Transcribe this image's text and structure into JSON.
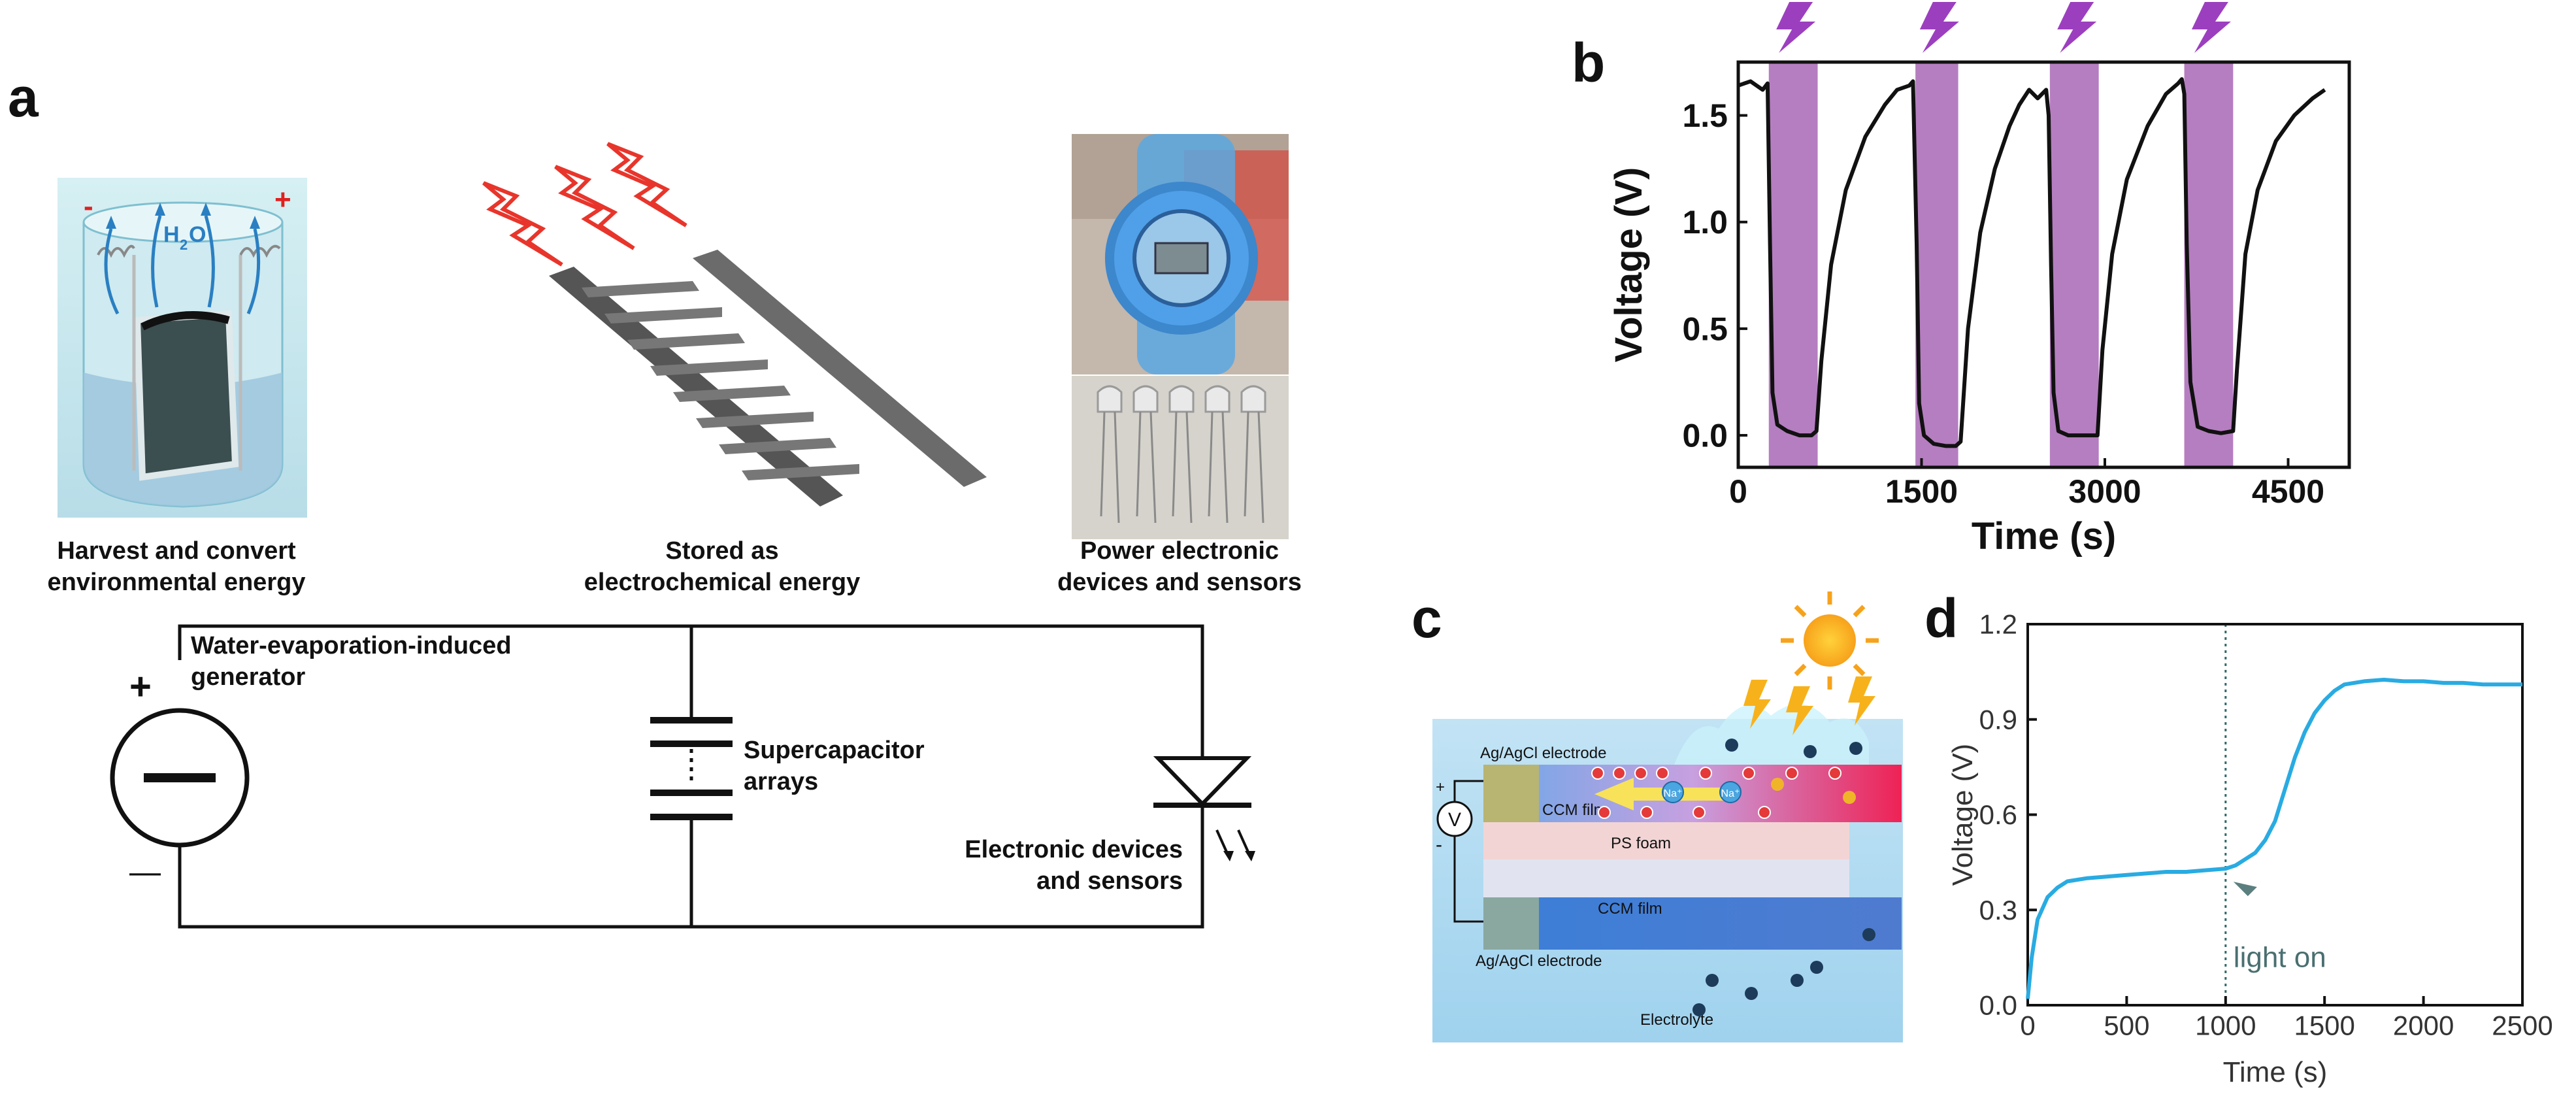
{
  "panel_a": {
    "letter": "a",
    "minus": "-",
    "plus": "+",
    "water_label": "H",
    "water_sub": "2",
    "water_o": "O",
    "harvest_line1": "Harvest and convert",
    "harvest_line2": "environmental energy",
    "stored_line1": "Stored as",
    "stored_line2": "electrochemical energy",
    "power_line1": "Power electronic",
    "power_line2": "devices and sensors",
    "generator_line1": "Water-evaporation-induced",
    "generator_line2": "generator",
    "gen_plus": "+",
    "gen_minus": "—",
    "supercap_line1": "Supercapacitor",
    "supercap_line2": "arrays",
    "device_line1": "Electronic devices",
    "device_line2": "and sensors"
  },
  "panel_c": {
    "letter": "c",
    "ag_top": "Ag/AgCl electrode",
    "ccm_top": "CCM film",
    "ps_foam": "PS foam",
    "ccm_bottom": "CCM film",
    "ag_bottom": "Ag/AgCl electrode",
    "electrolyte": "Electrolyte",
    "meter": "V",
    "meter_plus": "+",
    "meter_minus": "-",
    "ion_label": "Na⁺"
  },
  "colors": {
    "purple_band": "#b57ec0",
    "purple_bolt": "#9c3fbf",
    "cyan_line": "#29abe2",
    "red_bolt": "#e8352b"
  },
  "chart_data": [
    {
      "panel": "b",
      "type": "line",
      "title": "",
      "xlabel": "Time (s)",
      "ylabel": "Voltage (V)",
      "xlim": [
        0,
        5000
      ],
      "ylim": [
        -0.15,
        1.75
      ],
      "xticks": [
        "0",
        "1500",
        "3000",
        "4500"
      ],
      "xtick_values": [
        0,
        1500,
        3000,
        4500
      ],
      "yticks": [
        "0.0",
        "0.5",
        "1.0",
        "1.5"
      ],
      "ytick_values": [
        0.0,
        0.5,
        1.0,
        1.5
      ],
      "discharge_bands": [
        [
          250,
          650
        ],
        [
          1450,
          1800
        ],
        [
          2550,
          2950
        ],
        [
          3650,
          4050
        ]
      ],
      "series": [
        {
          "x": [
            0,
            100,
            200,
            240,
            260,
            280,
            320,
            400,
            500,
            600,
            640,
            680,
            760,
            880,
            1040,
            1200,
            1300,
            1400,
            1430,
            1460,
            1480,
            1520,
            1600,
            1700,
            1780,
            1820,
            1880,
            1980,
            2100,
            2220,
            2300,
            2380,
            2450,
            2520,
            2540,
            2560,
            2580,
            2620,
            2700,
            2800,
            2900,
            2940,
            2980,
            3060,
            3180,
            3350,
            3500,
            3600,
            3630,
            3650,
            3670,
            3700,
            3760,
            3850,
            3950,
            4050,
            4080,
            4150,
            4250,
            4400,
            4550,
            4700,
            4800
          ],
          "y": [
            1.64,
            1.66,
            1.62,
            1.65,
            0.9,
            0.2,
            0.05,
            0.02,
            0.0,
            0.0,
            0.02,
            0.35,
            0.8,
            1.15,
            1.4,
            1.55,
            1.62,
            1.64,
            1.66,
            0.9,
            0.15,
            0.0,
            -0.04,
            -0.05,
            -0.05,
            -0.03,
            0.5,
            0.95,
            1.25,
            1.45,
            1.55,
            1.62,
            1.58,
            1.62,
            1.5,
            0.8,
            0.2,
            0.02,
            0.0,
            0.0,
            0.0,
            0.0,
            0.4,
            0.85,
            1.2,
            1.45,
            1.6,
            1.65,
            1.67,
            1.6,
            0.9,
            0.25,
            0.04,
            0.02,
            0.01,
            0.02,
            0.3,
            0.85,
            1.15,
            1.38,
            1.5,
            1.58,
            1.62
          ]
        }
      ]
    },
    {
      "panel": "d",
      "type": "line",
      "title": "",
      "xlabel": "Time (s)",
      "ylabel": "Voltage (V)",
      "xlim": [
        0,
        2500
      ],
      "ylim": [
        0.0,
        1.2
      ],
      "xticks": [
        "0",
        "500",
        "1000",
        "1500",
        "2000",
        "2500"
      ],
      "xtick_values": [
        0,
        500,
        1000,
        1500,
        2000,
        2500
      ],
      "yticks": [
        "0.0",
        "0.3",
        "0.6",
        "0.9",
        "1.2"
      ],
      "ytick_values": [
        0.0,
        0.3,
        0.6,
        0.9,
        1.2
      ],
      "vline_x": 1000,
      "annotation": "light on",
      "series": [
        {
          "x": [
            0,
            20,
            50,
            100,
            150,
            200,
            300,
            400,
            500,
            600,
            700,
            800,
            900,
            1000,
            1050,
            1100,
            1150,
            1200,
            1250,
            1300,
            1350,
            1400,
            1450,
            1500,
            1550,
            1600,
            1700,
            1800,
            1900,
            2000,
            2100,
            2200,
            2300,
            2400,
            2500
          ],
          "y": [
            0.02,
            0.15,
            0.27,
            0.34,
            0.37,
            0.39,
            0.4,
            0.405,
            0.41,
            0.415,
            0.42,
            0.42,
            0.425,
            0.43,
            0.44,
            0.46,
            0.48,
            0.52,
            0.58,
            0.68,
            0.78,
            0.86,
            0.92,
            0.96,
            0.99,
            1.01,
            1.02,
            1.025,
            1.02,
            1.02,
            1.015,
            1.015,
            1.01,
            1.01,
            1.01
          ]
        }
      ]
    }
  ]
}
